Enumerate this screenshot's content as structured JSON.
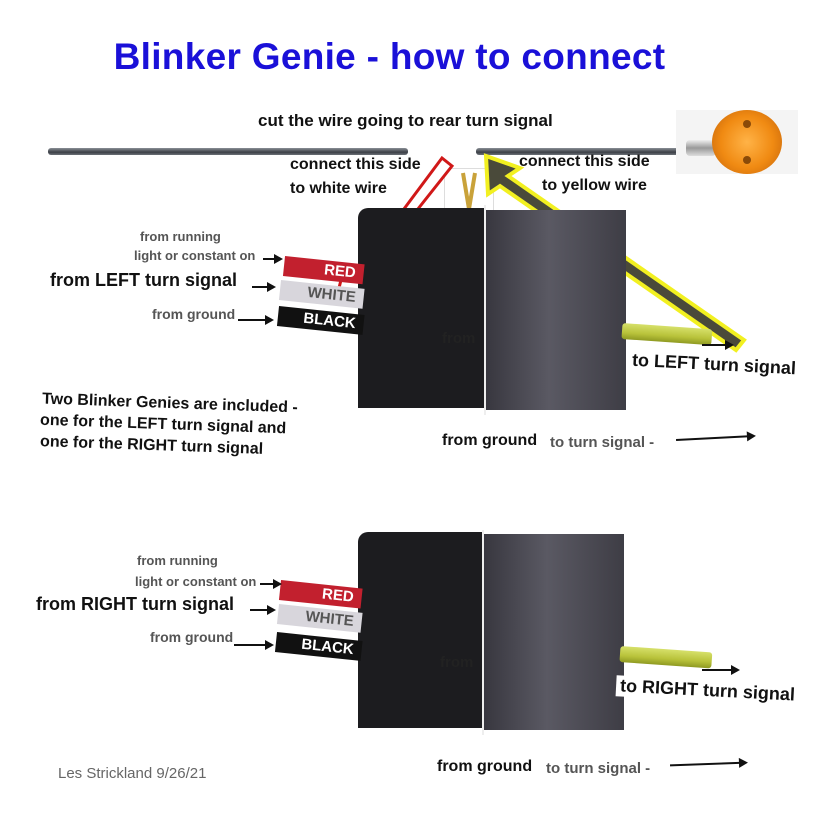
{
  "title": "Blinker Genie - how to connect",
  "top": {
    "cut_label": "cut the wire going to rear turn signal",
    "connect_white": [
      "connect this side",
      "to white wire"
    ],
    "connect_yellow": [
      "connect this side",
      "to yellow wire"
    ]
  },
  "left_unit": {
    "from_running_1": "from running",
    "from_running_2": "light or constant on",
    "from_turn": "from LEFT turn signal",
    "from_ground": "from ground",
    "tags": [
      "RED",
      "WHITE",
      "BLACK"
    ],
    "panel_from": "from",
    "to_turn": "to LEFT turn signal",
    "ground_from": "from ground",
    "ground_to": "to turn signal -"
  },
  "note": [
    "Two Blinker Genies are included -",
    "one for the LEFT turn signal and",
    "one for the RIGHT turn signal"
  ],
  "right_unit": {
    "from_running_1": "from running",
    "from_running_2": "light or constant on",
    "from_turn": "from RIGHT turn signal",
    "from_ground": "from ground",
    "tags": [
      "RED",
      "WHITE",
      "BLACK"
    ],
    "panel_from": "from",
    "to_turn": "to RIGHT turn signal",
    "ground_from": "from ground",
    "ground_to": "to turn signal -"
  },
  "footer": "Les Strickland 9/26/21",
  "colors": {
    "title": "#1a10d8",
    "red_arrow": "#d01818",
    "yellow_arrow": "#f2f020",
    "arrow_fill": "#4a4a3a"
  },
  "icons": [
    "scissors-icon",
    "turn-signal-lamp-icon"
  ]
}
